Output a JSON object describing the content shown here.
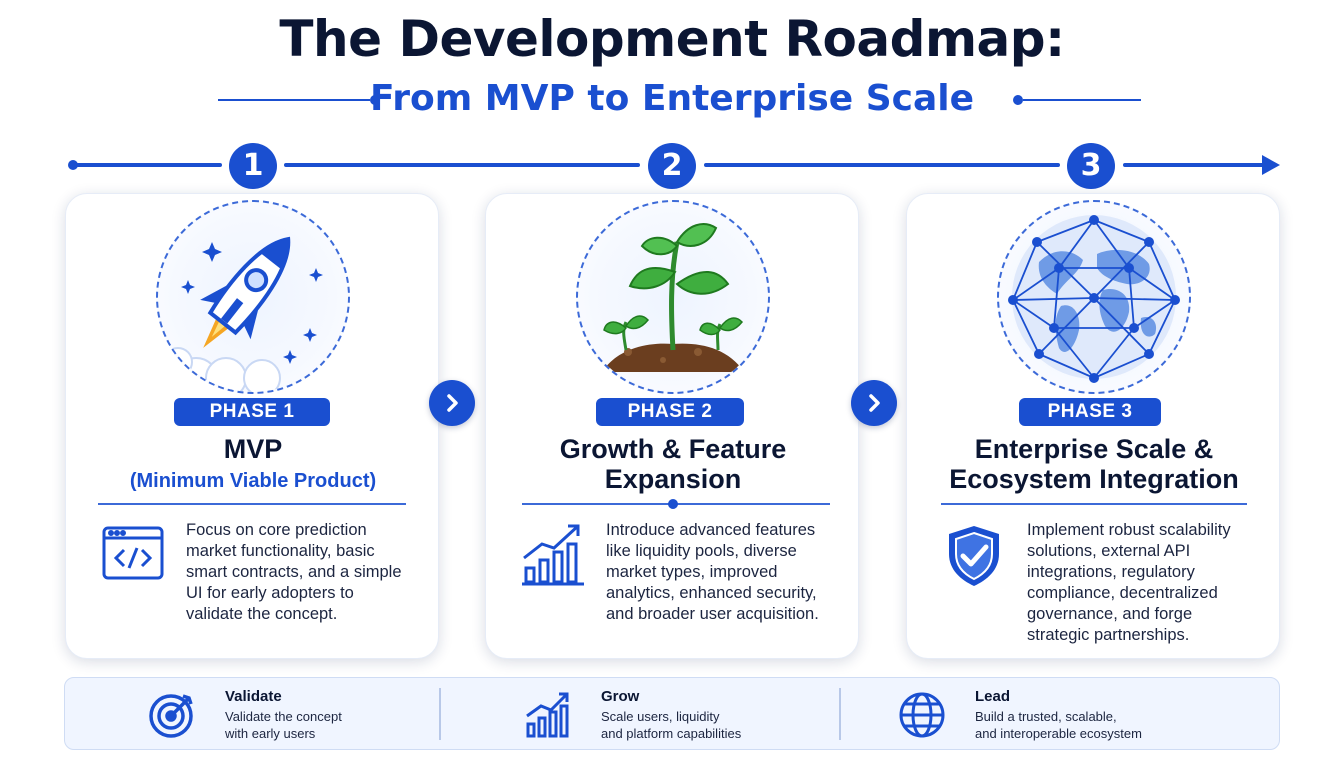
{
  "header": {
    "title": "The Development Roadmap:",
    "subtitle": "From MVP to Enterprise Scale"
  },
  "timeline": {
    "steps": [
      "1",
      "2",
      "3"
    ]
  },
  "phases": [
    {
      "badge": "PHASE 1",
      "title": "MVP",
      "subtitle": "(Minimum Viable Product)",
      "icon": "code-window-icon",
      "illustration": "rocket-icon",
      "description_lines": [
        "Focus on core prediction",
        "market functionality, basic",
        "smart contracts, and a simple",
        "UI for early adopters to",
        "validate the concept."
      ]
    },
    {
      "badge": "PHASE 2",
      "title_lines": [
        "Growth & Feature",
        "Expansion"
      ],
      "icon": "growth-chart-icon",
      "illustration": "sprout-icon",
      "description_lines": [
        "Introduce advanced features",
        "like liquidity pools, diverse",
        "market types, improved",
        "analytics, enhanced security,",
        "and broader user acquisition."
      ]
    },
    {
      "badge": "PHASE 3",
      "title_lines": [
        "Enterprise Scale &",
        "Ecosystem Integration"
      ],
      "icon": "shield-check-icon",
      "illustration": "network-globe-icon",
      "description_lines": [
        "Implement robust scalability",
        "solutions, external API",
        "integrations, regulatory",
        "compliance, decentralized",
        "governance, and forge",
        "strategic partnerships."
      ]
    }
  ],
  "footer": [
    {
      "icon": "target-icon",
      "title": "Validate",
      "lines": [
        "Validate the concept",
        "with early users"
      ]
    },
    {
      "icon": "growth-chart-icon",
      "title": "Grow",
      "lines": [
        "Scale users, liquidity",
        "and platform capabilities"
      ]
    },
    {
      "icon": "globe-icon",
      "title": "Lead",
      "lines": [
        "Build a trusted, scalable,",
        "and interoperable ecosystem"
      ]
    }
  ],
  "colors": {
    "accent": "#1a4fd0",
    "title": "#0b1633",
    "footer_bg": "#f0f5ff"
  }
}
